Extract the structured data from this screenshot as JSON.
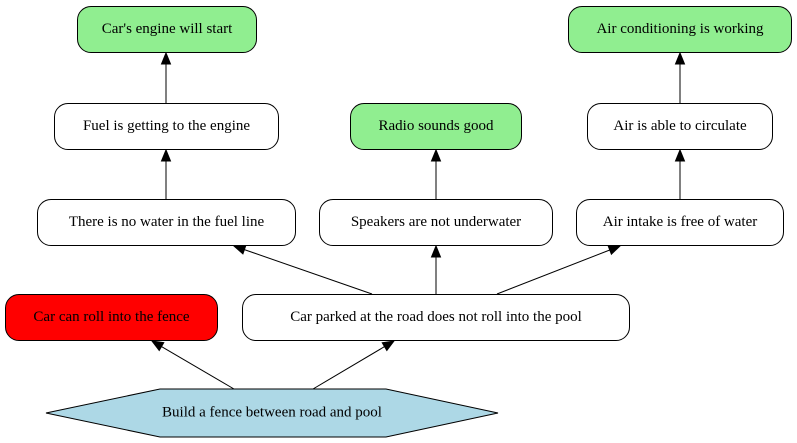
{
  "nodes": {
    "engine_start": {
      "label": "Car's engine will start",
      "status": "green"
    },
    "ac_working": {
      "label": "Air conditioning is working",
      "status": "green"
    },
    "fuel_engine": {
      "label": "Fuel is getting to the engine",
      "status": "white"
    },
    "radio_good": {
      "label": "Radio sounds good",
      "status": "green"
    },
    "air_circulate": {
      "label": "Air is able to circulate",
      "status": "white"
    },
    "no_water_fuel": {
      "label": "There is no water in the fuel line",
      "status": "white"
    },
    "speakers_dry": {
      "label": "Speakers are not underwater",
      "status": "white"
    },
    "intake_dry": {
      "label": "Air intake is free of water",
      "status": "white"
    },
    "roll_fence": {
      "label": "Car can roll into the fence",
      "status": "red"
    },
    "no_roll_pool": {
      "label": "Car parked at the road does not roll into the pool",
      "status": "white"
    },
    "build_fence": {
      "label": "Build a fence between road and pool",
      "status": "lightblue"
    }
  },
  "colors": {
    "green": "#90ee90",
    "red": "#ff0000",
    "lightblue": "#add8e6",
    "white": "#ffffff"
  },
  "edges": [
    {
      "from": "fuel_engine",
      "to": "engine_start"
    },
    {
      "from": "air_circulate",
      "to": "ac_working"
    },
    {
      "from": "no_water_fuel",
      "to": "fuel_engine"
    },
    {
      "from": "speakers_dry",
      "to": "radio_good"
    },
    {
      "from": "intake_dry",
      "to": "air_circulate"
    },
    {
      "from": "no_roll_pool",
      "to": "no_water_fuel"
    },
    {
      "from": "no_roll_pool",
      "to": "speakers_dry"
    },
    {
      "from": "no_roll_pool",
      "to": "intake_dry"
    },
    {
      "from": "build_fence",
      "to": "roll_fence"
    },
    {
      "from": "build_fence",
      "to": "no_roll_pool"
    }
  ]
}
